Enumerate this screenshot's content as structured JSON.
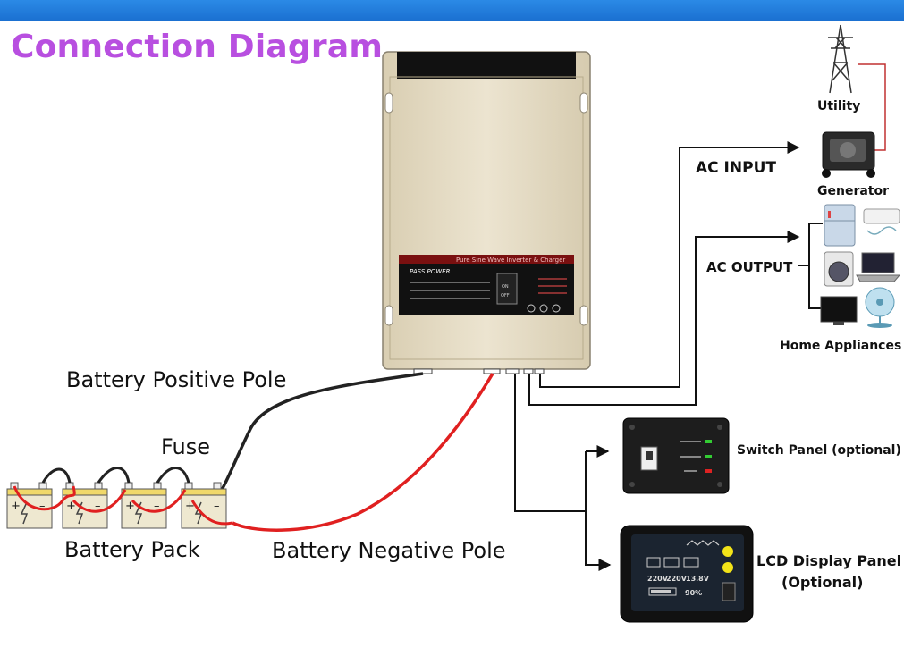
{
  "title": "Connection Diagram",
  "labels": {
    "battery_positive": "Battery Positive Pole",
    "fuse": "Fuse",
    "battery_pack": "Battery Pack",
    "battery_negative": "Battery Negative Pole",
    "ac_input": "AC INPUT",
    "ac_output": "AC OUTPUT",
    "utility": "Utility",
    "generator": "Generator",
    "home_appliances": "Home Appliances",
    "switch_panel": "Switch Panel (optional)",
    "lcd_panel_line1": "LCD Display Panel",
    "lcd_panel_line2": "(Optional)"
  },
  "inverter": {
    "brand": "PASS POWER",
    "product": "Pure Sine Wave Inverter & Charger",
    "switch_on": "ON",
    "switch_off": "OFF"
  },
  "lcd": {
    "v1": "220V",
    "v2": "220V",
    "v3": "13.8V",
    "percent": "90%"
  },
  "colors": {
    "title": "#b84fe0",
    "positive_wire": "#222222",
    "negative_wire": "#e02020",
    "inverter_body": "#e5dcc6",
    "topbar": "#1a6fd0"
  }
}
